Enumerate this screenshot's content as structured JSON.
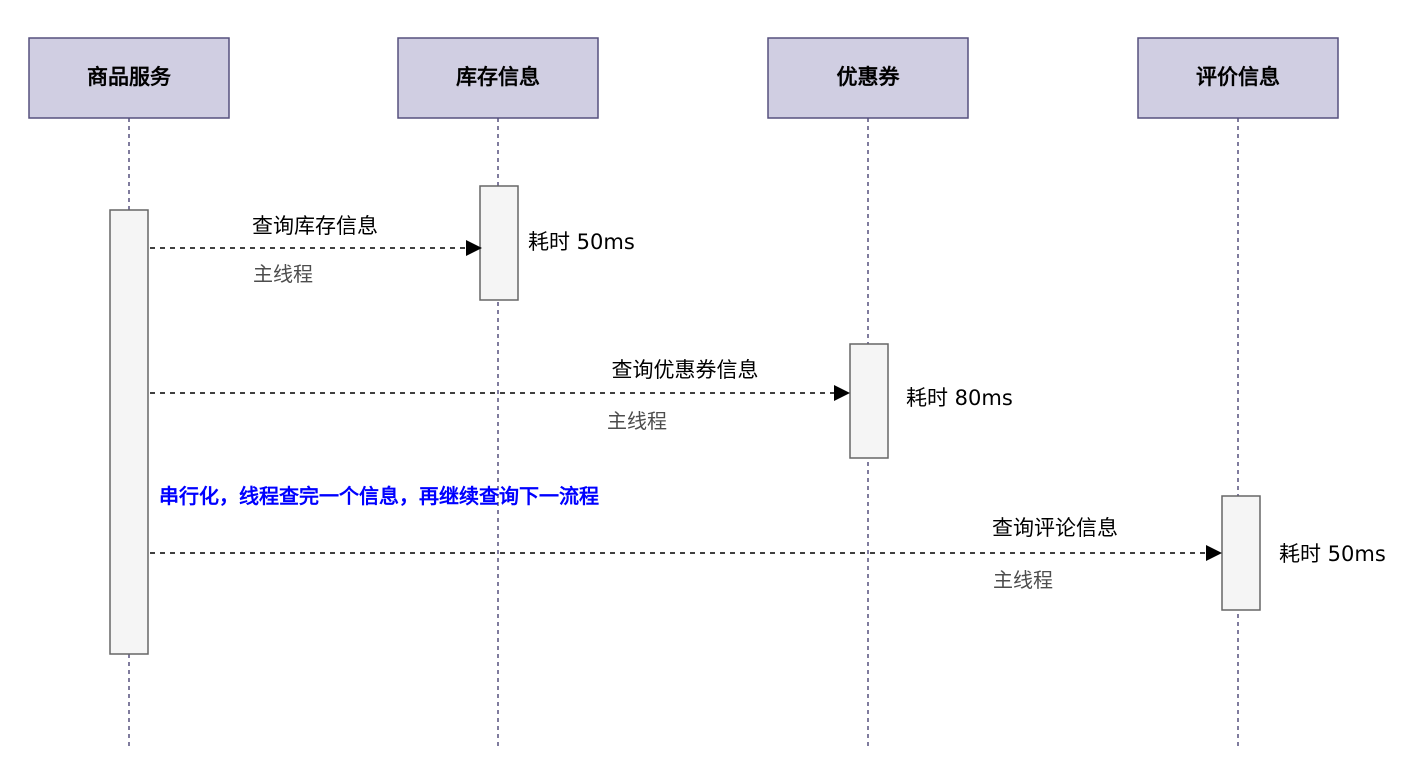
{
  "actors": [
    {
      "label": "商品服务"
    },
    {
      "label": "库存信息"
    },
    {
      "label": "优惠券"
    },
    {
      "label": "评价信息"
    }
  ],
  "messages": [
    {
      "label": "查询库存信息",
      "thread": "主线程",
      "duration": "耗时 50ms"
    },
    {
      "label": "查询优惠券信息",
      "thread": "主线程",
      "duration": "耗时 80ms"
    },
    {
      "label": "查询评论信息",
      "thread": "主线程",
      "duration": "耗时 50ms"
    }
  ],
  "note": {
    "text": "串行化，线程查完一个信息，再继续查询下一流程",
    "color": "#0000ff"
  },
  "colors": {
    "actor_fill": "#d0cee2",
    "actor_stroke": "#56517e",
    "activation_fill": "#f5f5f5",
    "activation_stroke": "#666666"
  }
}
